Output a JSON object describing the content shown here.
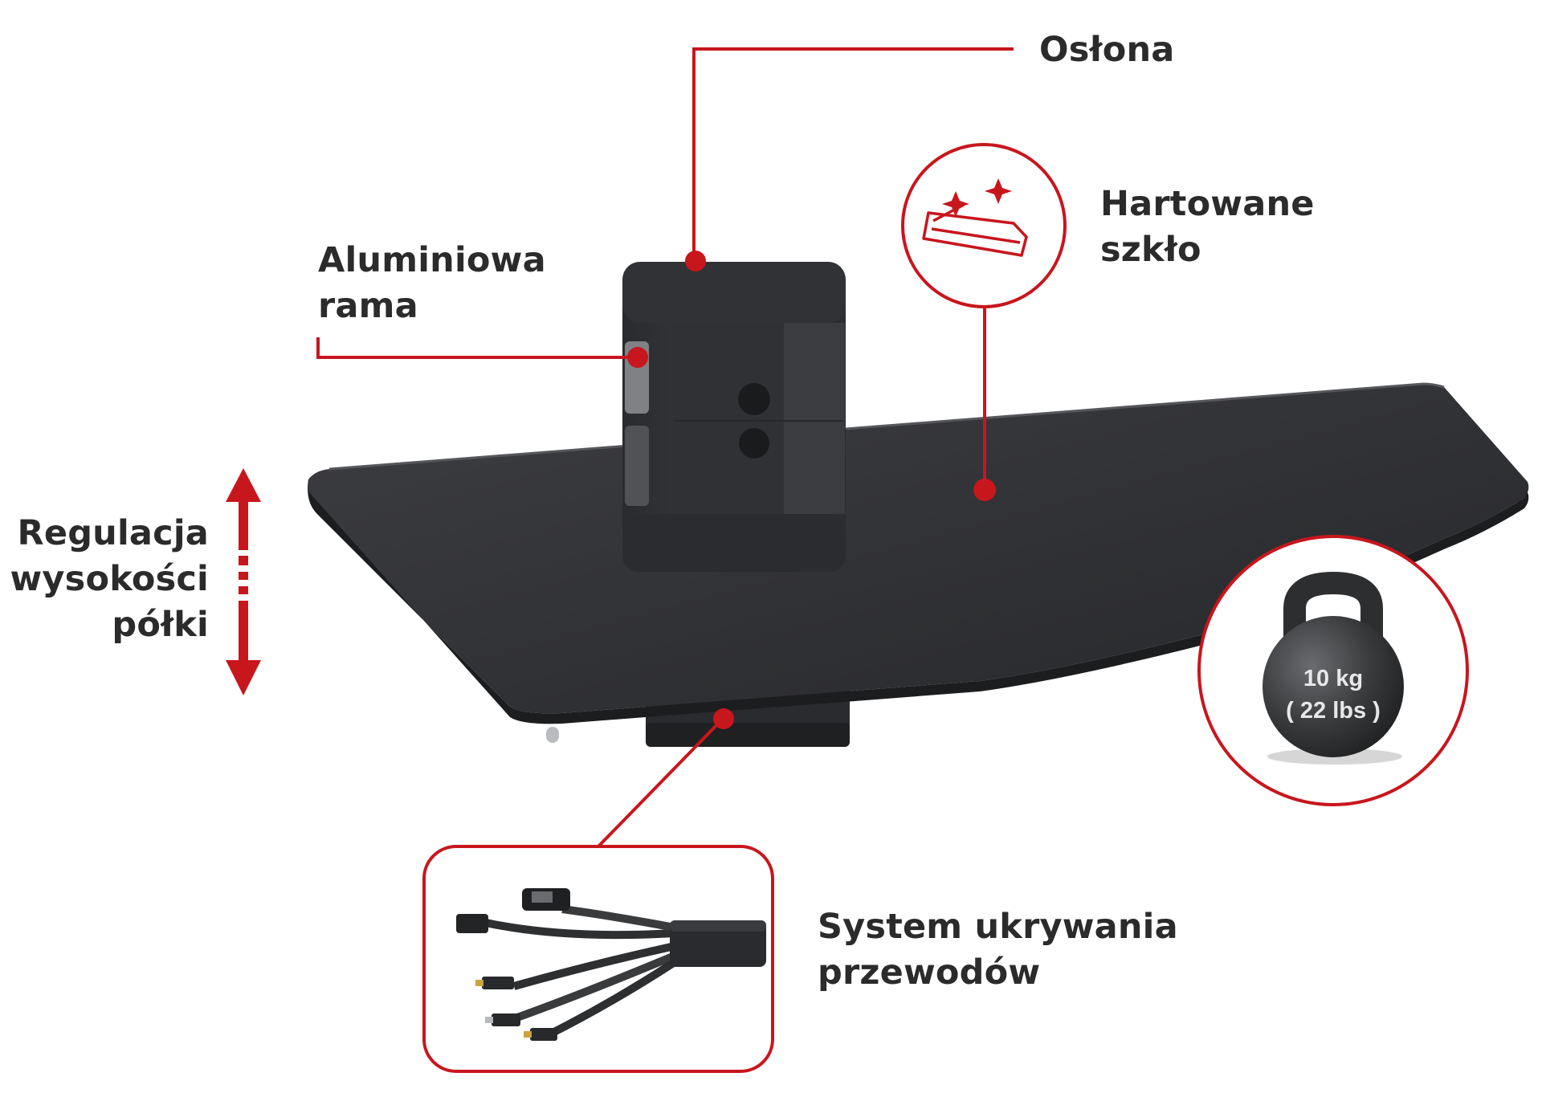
{
  "colors": {
    "accent_red": "#c8161d",
    "shelf": "#2f3033",
    "shelf_top": "#3a3b3f",
    "text": "#2b2b2b"
  },
  "callouts": {
    "oslona": {
      "line1": "Osłona"
    },
    "rama": {
      "line1": "Aluminiowa",
      "line2": "rama"
    },
    "szklo": {
      "line1": "Hartowane",
      "line2": "szkło",
      "icon": "glass-sparkle-icon"
    },
    "regulacja": {
      "line1": "Regulacja",
      "line2": "wysokości",
      "line3": "półki",
      "icon": "vertical-double-arrow-icon"
    },
    "przewody": {
      "line1": "System ukrywania",
      "line2": "przewodów",
      "icon": "cable-bundle-icon"
    },
    "weight": {
      "line1": "10 kg",
      "line2": "( 22 lbs )",
      "icon": "kettlebell-icon"
    }
  }
}
